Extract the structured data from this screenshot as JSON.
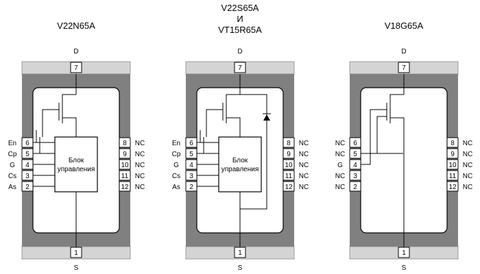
{
  "pin_labels": {
    "drain": "D",
    "source": "S",
    "drain_pin": "7",
    "source_pin": "1",
    "left_pins": [
      "6",
      "5",
      "4",
      "3",
      "2"
    ],
    "right_pins": [
      "8",
      "9",
      "10",
      "11",
      "12"
    ]
  },
  "block_label": [
    "Блок",
    "управления"
  ],
  "packages": [
    {
      "title_lines": [
        "V22N65A"
      ],
      "left_labels": [
        "En",
        "Cp",
        "G",
        "Cs",
        "As"
      ],
      "right_labels": [
        "NC",
        "NC",
        "NC",
        "NC",
        "NC"
      ],
      "has_control_block": true,
      "has_diode": false
    },
    {
      "title_lines": [
        "V22S65A",
        "И",
        "VT15R65A"
      ],
      "left_labels": [
        "En",
        "Cp",
        "G",
        "Cs",
        "As"
      ],
      "right_labels": [
        "NC",
        "NC",
        "NC",
        "NC",
        "NC"
      ],
      "has_control_block": true,
      "has_diode": true
    },
    {
      "title_lines": [
        "V18G65A"
      ],
      "left_labels": [
        "NC",
        "NC",
        "G",
        "NC",
        "NC"
      ],
      "right_labels": [
        "NC",
        "NC",
        "NC",
        "NC",
        "NC"
      ],
      "has_control_block": false,
      "has_diode": false
    }
  ],
  "colors": {
    "package_body": "#808080",
    "lead_frame": "#d4d4d4",
    "die": "#ffffff",
    "line": "#000000"
  }
}
